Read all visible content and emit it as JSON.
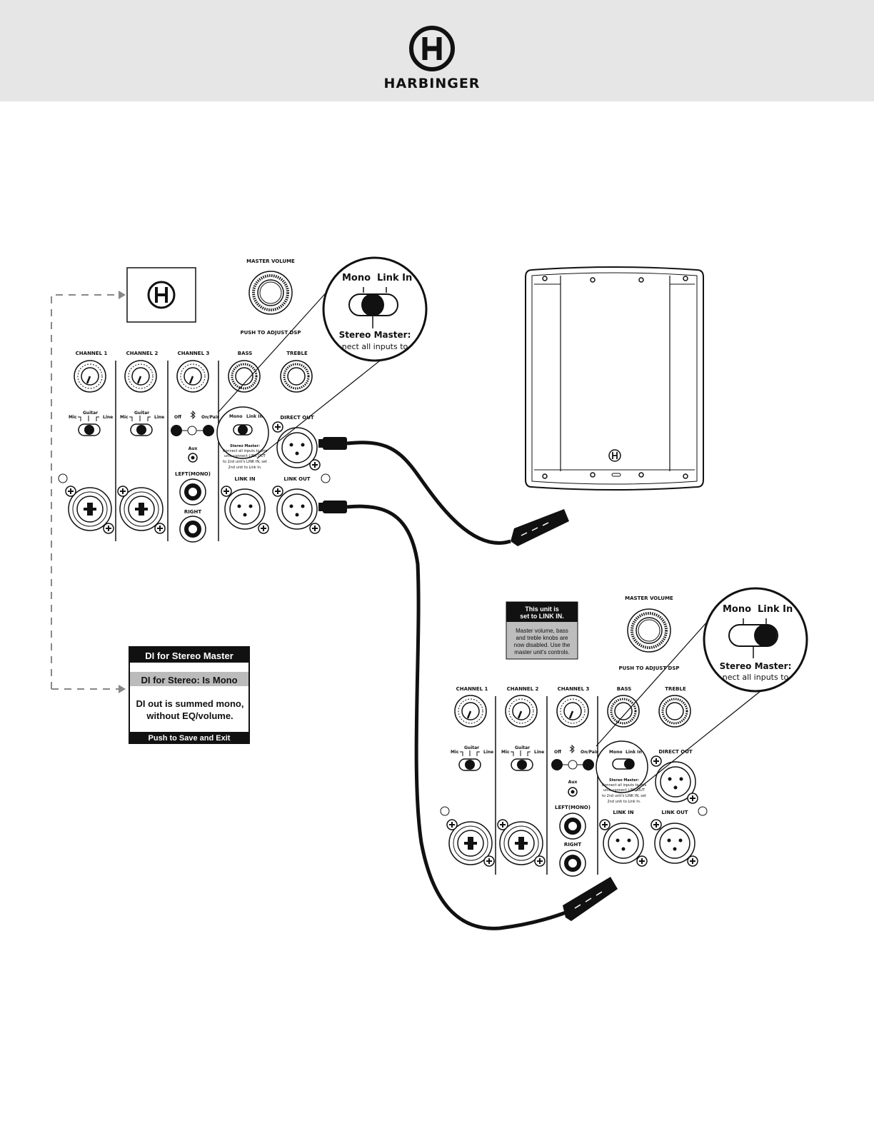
{
  "brand": {
    "name": "HARBINGER",
    "logo_letter": "H"
  },
  "master_unit": {
    "master_volume_label": "MASTER VOLUME",
    "push_label": "PUSH TO ADJUST DSP",
    "channels": [
      "CHANNEL 1",
      "CHANNEL 2",
      "CHANNEL 3"
    ],
    "bass_label": "BASS",
    "treble_label": "TREBLE",
    "input_switch": {
      "mic": "Mic",
      "guitar": "Guitar",
      "line": "Line"
    },
    "bt_switch": {
      "off": "Off",
      "on": "On/Pair"
    },
    "aux_label": "Aux",
    "left_label": "LEFT(MONO)",
    "right_label": "RIGHT",
    "direct_out_label": "DIRECT OUT",
    "link_in_label": "LINK IN",
    "link_out_label": "LINK OUT",
    "mode_switch": {
      "mono": "Mono",
      "link_in": "Link In",
      "position": "center"
    },
    "stereo_master_label": "Stereo Master:",
    "stereo_master_lines": [
      "Connect all inputs to this",
      "unit, connect LINK OUT",
      "to 2nd unit's LINK IN, set",
      "2nd unit to Link In."
    ],
    "zoom_caption_fragment": "nect all inputs to"
  },
  "slave_unit": {
    "mode_switch": {
      "position": "right"
    },
    "notice_title_lines": [
      "This unit is",
      "set to LINK IN."
    ],
    "notice_body_lines": [
      "Master volume, bass",
      "and treble knobs are",
      "now disabled. Use the",
      "master unit's controls."
    ]
  },
  "display": {
    "title": "DI for Stereo Master",
    "highlight": "DI for Stereo: Is Mono",
    "body_lines": [
      "DI out is summed mono,",
      "without EQ/volume."
    ],
    "footer": "Push to Save and Exit"
  }
}
